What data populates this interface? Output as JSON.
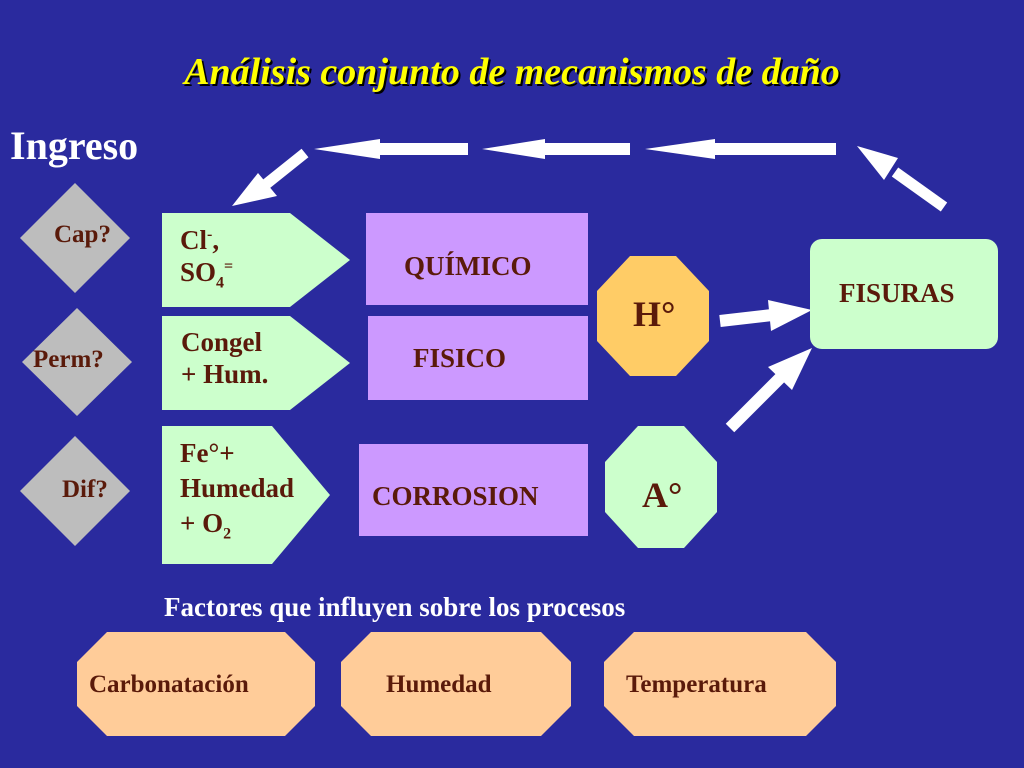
{
  "title": "Análisis conjunto de mecanismos de daño",
  "ingreso": "Ingreso",
  "diamonds": {
    "cap": "Cap?",
    "perm": "Perm?",
    "dif": "Dif?"
  },
  "agents": {
    "agent1_line1": "Cl",
    "agent1_line1_sup": "-",
    "agent1_line1_tail": ",",
    "agent1_line2": "SO",
    "agent1_line2_sub": "4",
    "agent1_line2_sup": "=",
    "agent2_line1": "Congel",
    "agent2_line2": "+ Hum.",
    "agent3_line1": "Fe°+",
    "agent3_line2": "Humedad",
    "agent3_line3": "+ O",
    "agent3_line3_sub": "2"
  },
  "mechanisms": {
    "quimico": "QUÍMICO",
    "fisico": "FISICO",
    "corrosion": "CORROSION"
  },
  "octagons": {
    "h": "H°",
    "a": "A°"
  },
  "fisuras": "FISURAS",
  "factors_caption": "Factores que influyen sobre los procesos",
  "factors": {
    "f1": "Carbonatación",
    "f2": "Humedad",
    "f3": "Temperatura"
  },
  "colors": {
    "background": "#2a2a9e",
    "title": "#ffff00",
    "diamond": "#bdbdbd",
    "agent_pentagon": "#ccffcc",
    "mechanism_box": "#cc99ff",
    "octagon": "#ffcc66",
    "fisuras_box": "#ccffcc",
    "factor_octagon": "#ffcc99",
    "label_text": "#5a1a0a"
  }
}
